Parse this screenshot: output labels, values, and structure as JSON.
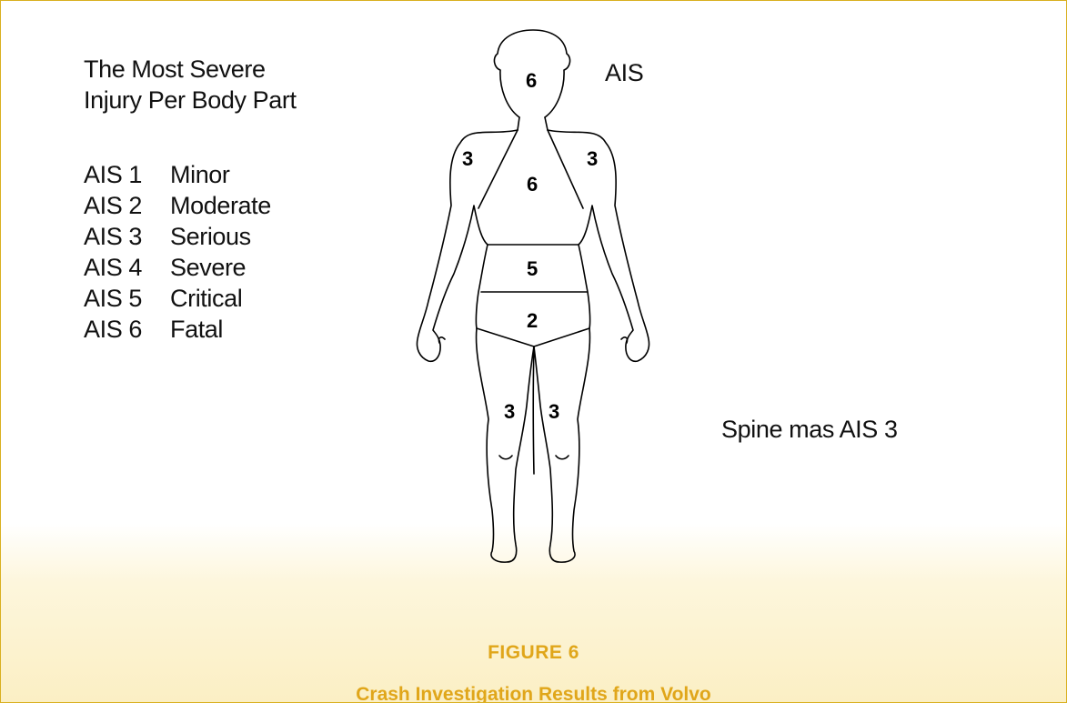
{
  "heading": {
    "line1": "The Most Severe",
    "line2": "Injury Per Body Part"
  },
  "ais_levels": [
    {
      "code": "AIS 1",
      "label": "Minor"
    },
    {
      "code": "AIS 2",
      "label": "Moderate"
    },
    {
      "code": "AIS 3",
      "label": "Serious"
    },
    {
      "code": "AIS 4",
      "label": "Severe"
    },
    {
      "code": "AIS 5",
      "label": "Critical"
    },
    {
      "code": "AIS 6",
      "label": "Fatal"
    }
  ],
  "ais_label": "AIS",
  "body_scores": {
    "head": "6",
    "chest": "6",
    "left_arm": "3",
    "right_arm": "3",
    "abdomen": "5",
    "pelvis": "2",
    "left_leg": "3",
    "right_leg": "3"
  },
  "spine_note": "Spine mas AIS 3",
  "figure": {
    "number": "FIGURE  6",
    "caption": "Crash Investigation Results from Volvo"
  },
  "colors": {
    "border": "#d9b020",
    "caption": "#e0a61a",
    "bottom_band": "#fbefc4"
  }
}
